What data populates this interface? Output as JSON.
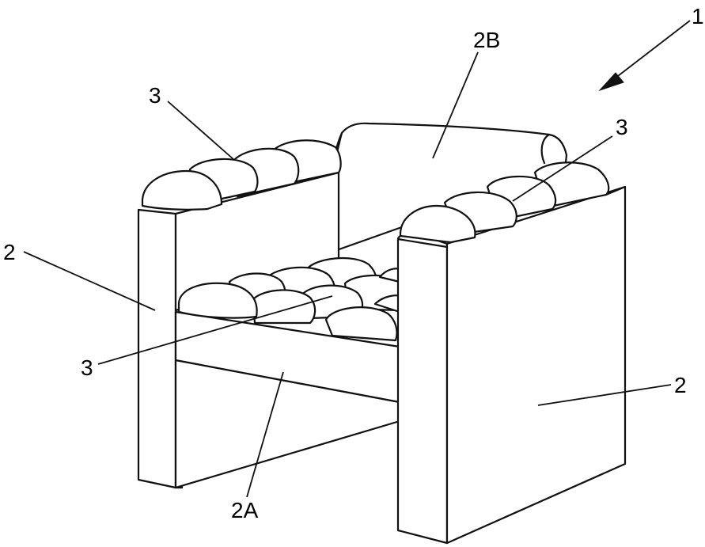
{
  "labels": {
    "figure_ref": "1",
    "backrest": "2B",
    "cushion_left_arm": "3",
    "cushion_right_arm": "3",
    "cushion_seat": "3",
    "armrest_left": "2",
    "armrest_right": "2",
    "seat": "2A"
  },
  "colors": {
    "line": "#111111",
    "background": "#ffffff"
  }
}
